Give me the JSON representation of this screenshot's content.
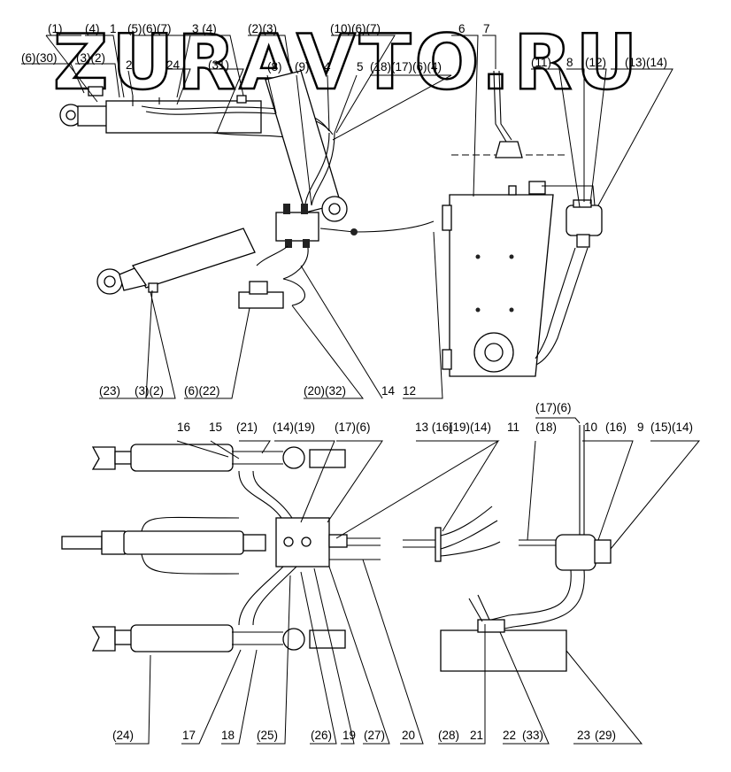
{
  "watermark": "ZURAVTO.RU",
  "labels_top": [
    "(1)",
    "(4)",
    "1",
    "(5)(6)(7)",
    "3 (4)",
    "(2)(3)",
    "(10)(6)(7)",
    "6",
    "7",
    "(6)(30)",
    "(3)(2)",
    "2",
    "24",
    "(31)",
    "(8)",
    "(9)",
    "4",
    "5",
    "(18)(17)(6)(4)",
    "(11)",
    "8",
    "(12)",
    "(13)(14)"
  ],
  "labels_mid": [
    "(23)",
    "(3)(2)",
    "(6)(22)",
    "(20)(32)",
    "14",
    "12"
  ],
  "labels_lower_top": [
    "16",
    "15",
    "(21)",
    "(14)(19)",
    "(17)(6)",
    "13 (16)",
    "(19)(14)",
    "11",
    "(17)(6)",
    "(18)",
    "10",
    "(16)",
    "9",
    "(15)(14)"
  ],
  "labels_bottom": [
    "(24)",
    "17",
    "18",
    "(25)",
    "(26)",
    "19",
    "(27)",
    "20",
    "(28)",
    "21",
    "22",
    "(33)",
    "23",
    "(29)"
  ]
}
